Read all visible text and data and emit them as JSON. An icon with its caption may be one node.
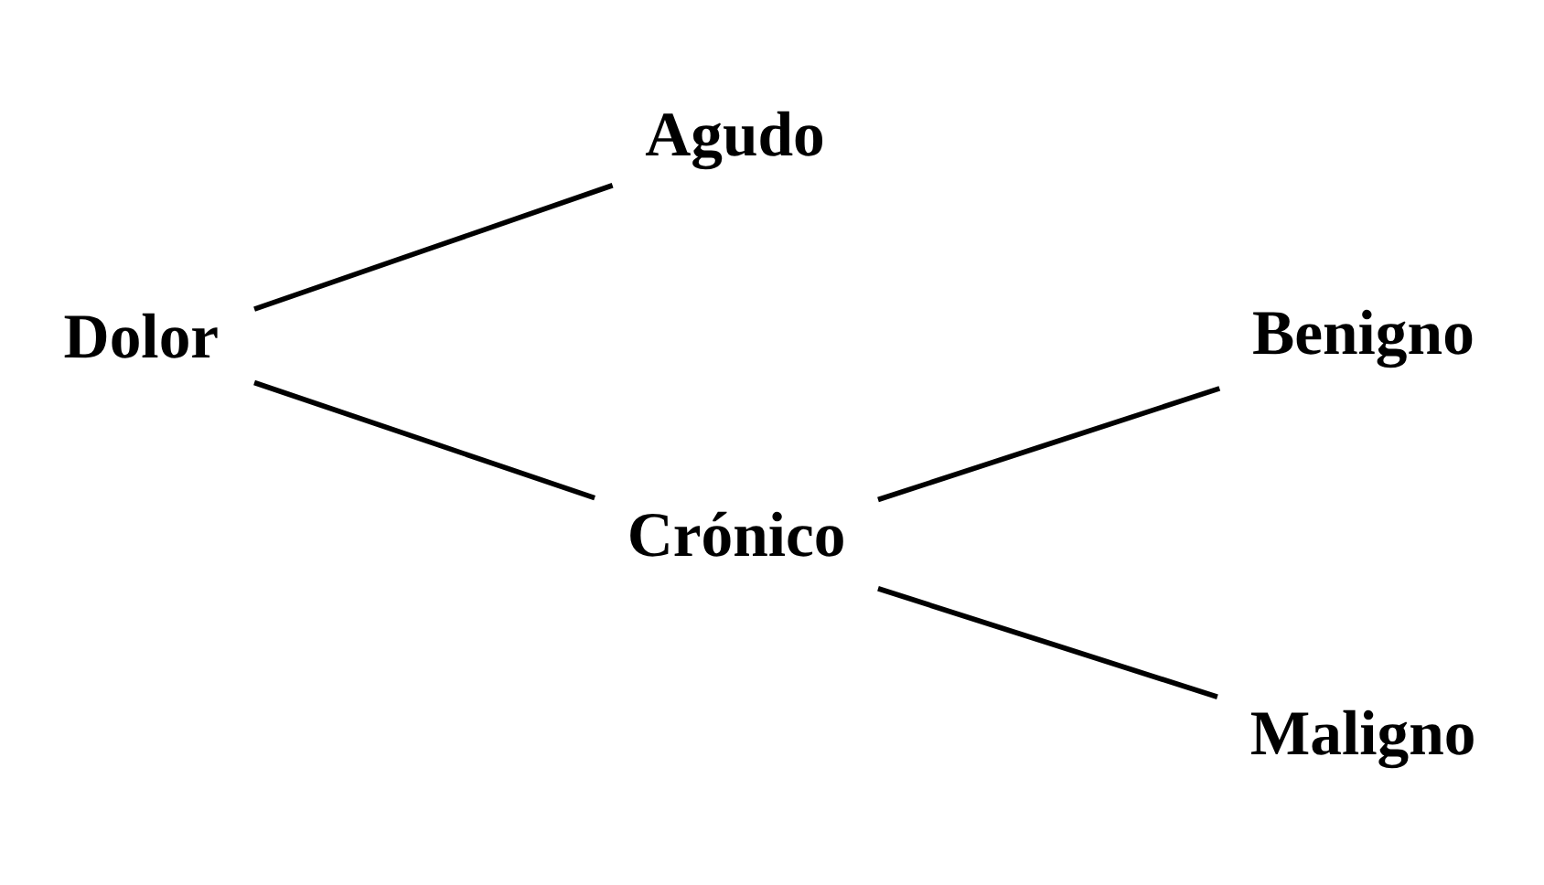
{
  "diagram": {
    "nodes": [
      {
        "text": [
          "Dolor"
        ]
      },
      {
        "text": [
          "Agudo"
        ]
      },
      {
        "text": [
          "Crónico"
        ]
      },
      {
        "text": [
          "Benigno"
        ]
      },
      {
        "text": [
          "Maligno"
        ]
      }
    ],
    "edges": [
      {
        "from": 0,
        "to": 1,
        "arrow": "none"
      },
      {
        "from": 0,
        "to": 2,
        "arrow": "none"
      },
      {
        "from": 2,
        "to": 3,
        "arrow": "none"
      },
      {
        "from": 2,
        "to": 4,
        "arrow": "none"
      }
    ]
  }
}
